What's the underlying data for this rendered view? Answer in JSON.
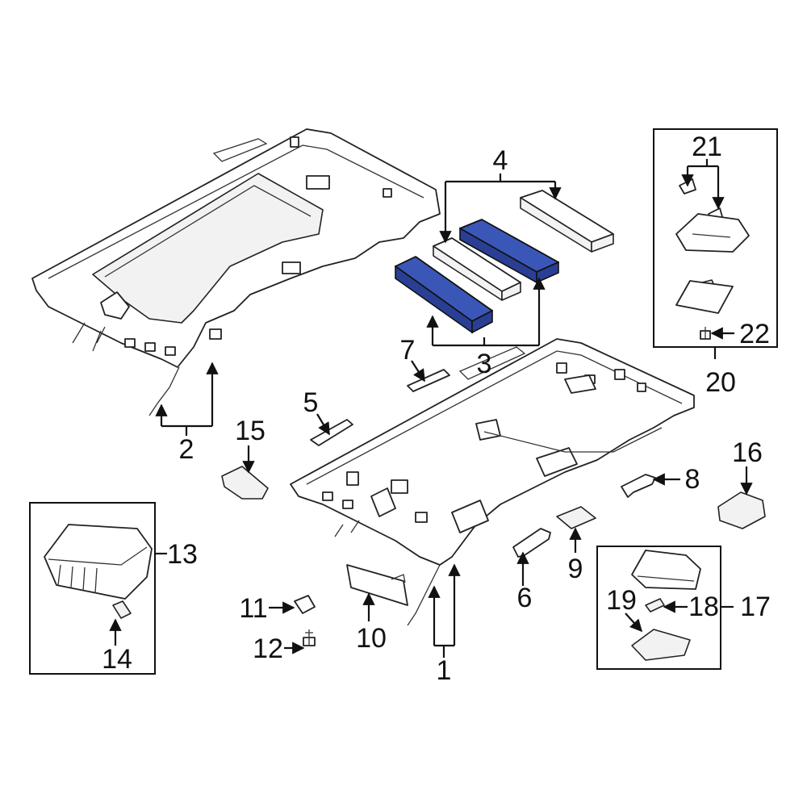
{
  "diagram": {
    "callouts": [
      "1",
      "2",
      "3",
      "4",
      "5",
      "6",
      "7",
      "8",
      "9",
      "10",
      "11",
      "12",
      "13",
      "14",
      "15",
      "16",
      "17",
      "18",
      "19",
      "20",
      "21",
      "22"
    ],
    "highlight_color": "#3a57b8"
  }
}
